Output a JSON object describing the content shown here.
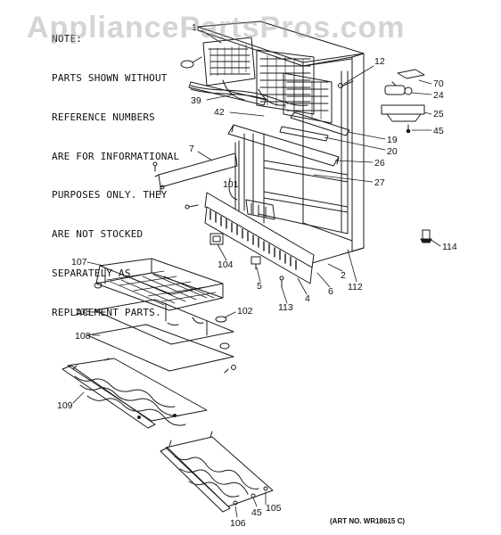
{
  "watermark": "AppliancePartsPros.com",
  "note": {
    "heading": "NOTE:",
    "lines": [
      "PARTS SHOWN WITHOUT",
      "REFERENCE NUMBERS",
      "ARE FOR INFORMATIONAL",
      "PURPOSES ONLY. THEY",
      "ARE NOT STOCKED",
      "SEPARATELY AS",
      "REPLACEMENT PARTS."
    ]
  },
  "art_number": "(ART NO. WR18615 C)",
  "callouts": {
    "c1": "1",
    "c12": "12",
    "c70": "70",
    "c24": "24",
    "c25": "25",
    "c45a": "45",
    "c39": "39",
    "c42": "42",
    "c19": "19",
    "c20": "20",
    "c26": "26",
    "c27": "27",
    "c7": "7",
    "c101": "101",
    "c114": "114",
    "c104": "104",
    "c5": "5",
    "c113": "113",
    "c4": "4",
    "c6": "6",
    "c112": "112",
    "c2": "2",
    "c107": "107",
    "c108a": "108",
    "c108b": "108",
    "c102": "102",
    "c109": "109",
    "c45b": "45",
    "c105": "105",
    "c106": "106"
  },
  "colors": {
    "line": "#1a1a1a",
    "watermark": "#a0a0a0"
  }
}
